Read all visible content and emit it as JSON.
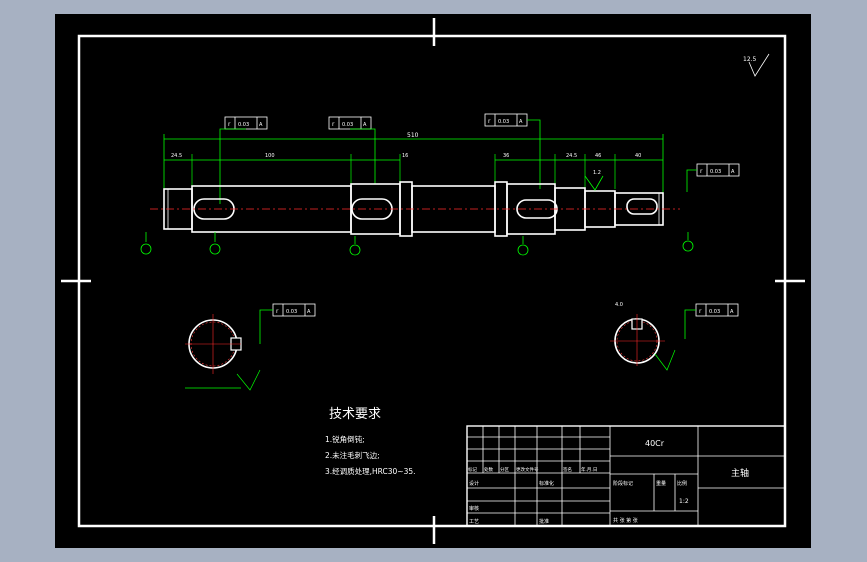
{
  "drawing": {
    "roughness_corner": "12.5",
    "part_name": "主轴",
    "material": "40Cr",
    "scale": "1:2",
    "technical_requirements": {
      "title": "技术要求",
      "items": [
        "1.锐角倒钝;",
        "2.未注毛刺飞边;",
        "3.经调质处理,HRC30~35."
      ]
    },
    "tolerance_frames": [
      {
        "sym": "r",
        "val": "0.03",
        "ref": "A"
      },
      {
        "sym": "r",
        "val": "0.03",
        "ref": "A"
      },
      {
        "sym": "r",
        "val": "0.03",
        "ref": "A"
      },
      {
        "sym": "r",
        "val": "0.03",
        "ref": "A"
      },
      {
        "sym": "r",
        "val": "0.03",
        "ref": "A"
      },
      {
        "sym": "r",
        "val": "0.03",
        "ref": "A"
      }
    ],
    "dimensions": {
      "overall": "510",
      "d1": "24.5",
      "d2": "100",
      "d3": "16",
      "d4": "36",
      "d5": "24.5",
      "d6": "46",
      "d7": "40",
      "chamfer": "1.2",
      "keyway": "4.0"
    },
    "title_block": {
      "row_labels": [
        "标记",
        "处数",
        "分区",
        "更改文件号",
        "签名",
        "年.月.日"
      ],
      "design": "设计",
      "standardize": "标准化",
      "check": "审核",
      "process": "工艺",
      "approve": "批准",
      "stage_mark": "阶段标记",
      "weight": "重量",
      "scale_label": "比例",
      "sheet": "共  张  第  张"
    }
  }
}
